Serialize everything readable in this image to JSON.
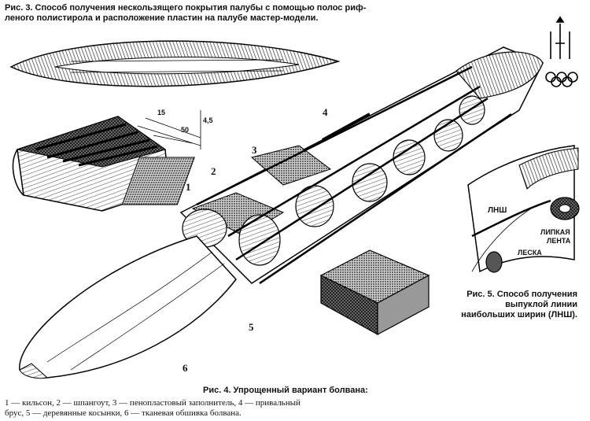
{
  "fig3": {
    "caption_line1": "Рис. 3. Способ получения нескользящего покрытия палубы с помощью полос риф-",
    "caption_line2": "леного полистирола и расположение пластин на палубе мастер-модели.",
    "dims": [
      "15",
      "50",
      "4,5"
    ]
  },
  "fig4": {
    "caption": "Рис. 4. Упрощенный вариант болвана:",
    "legend_line1": "1 — кильсон, 2 — шпангоут, 3 — пенопластовый заполнитель, 4 — привальный",
    "legend_line2": "брус, 5 — деревянные косынки, 6 — тканевая обшивка болвана.",
    "labels": [
      "1",
      "2",
      "3",
      "4",
      "5",
      "6"
    ]
  },
  "fig5": {
    "caption_line1": "Рис. 5. Способ получения",
    "caption_line2": "выпуклой линии",
    "caption_line3": "наибольших ширин (ЛНШ).",
    "label_lnsh": "ЛНШ",
    "label_tape_1": "ЛИПКАЯ",
    "label_tape_2": "ЛЕНТА",
    "label_line": "ЛЕСКА"
  },
  "emblem": {
    "name": "olympic-emblem"
  }
}
